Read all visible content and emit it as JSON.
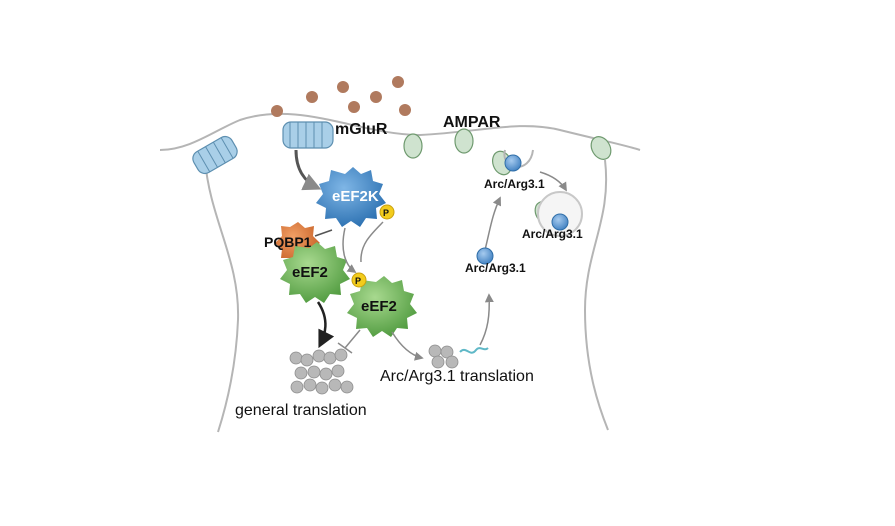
{
  "labels": {
    "mglur": "mGluR",
    "ampar": "AMPAR",
    "eef2k": "eEF2K",
    "pqbp1": "PQBP1",
    "eef2_left": "eEF2",
    "eef2_right": "eEF2",
    "phospho_1": "P",
    "phospho_2": "P",
    "arc_top": "Arc/Arg3.1",
    "arc_endosome": "Arc/Arg3.1",
    "arc_mid": "Arc/Arg3.1",
    "arc_translation": "Arc/Arg3.1 translation",
    "general_translation": "general translation"
  },
  "colors": {
    "glutamate": "#b07a5e",
    "receptor_blue": "#a9cfe8",
    "receptor_green": "#cfe3cf",
    "eef2k": "#2f7fc4",
    "eef2": "#6fb35c",
    "pqbp1": "#e07a3a",
    "phospho": "#f3cc1c",
    "arc": "#5b98d4",
    "ribosome": "#b8b8b8",
    "membrane": "#b5b5b5",
    "arrow": "#8a8a8a"
  }
}
